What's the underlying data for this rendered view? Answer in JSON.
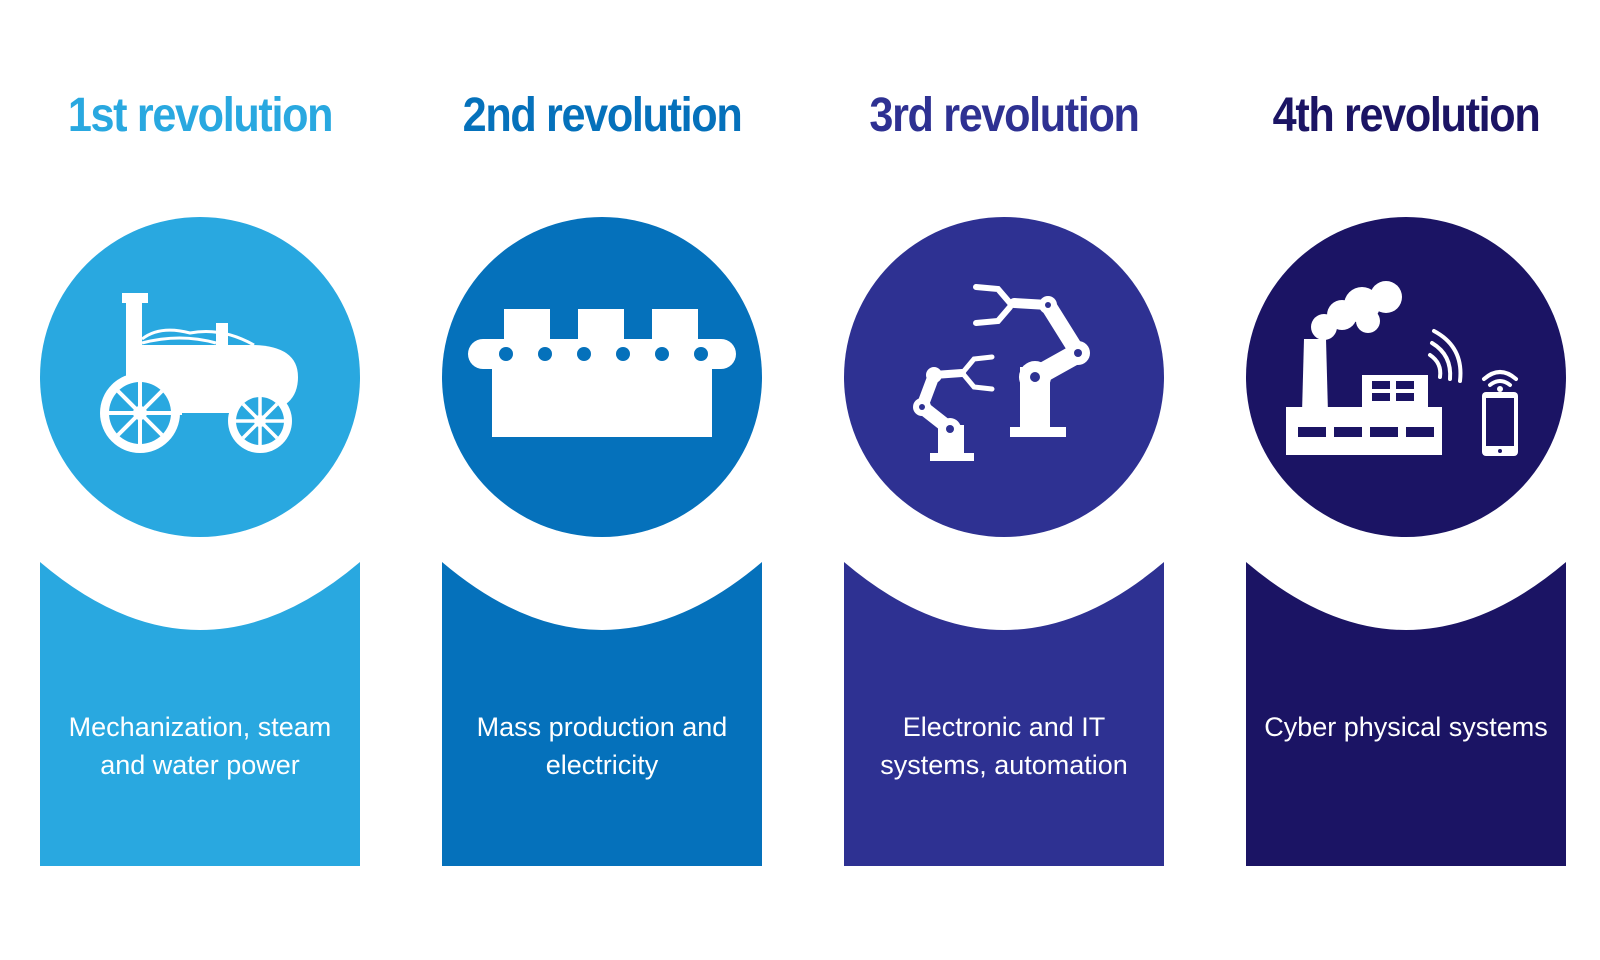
{
  "colors": {
    "first": "#29a8e0",
    "second": "#0571bb",
    "third": "#2e3192",
    "fourth": "#1b1464",
    "icon": "#ffffff"
  },
  "revolutions": [
    {
      "title": "1st revolution",
      "description": "Mechanization, steam and water power",
      "icon": "steam-engine-icon"
    },
    {
      "title": "2nd revolution",
      "description": "Mass production and electricity",
      "icon": "conveyor-belt-icon"
    },
    {
      "title": "3rd revolution",
      "description": "Electronic and IT systems, automation",
      "icon": "robot-arms-icon"
    },
    {
      "title": "4th revolution",
      "description": "Cyber physical systems",
      "icon": "smart-factory-icon"
    }
  ]
}
